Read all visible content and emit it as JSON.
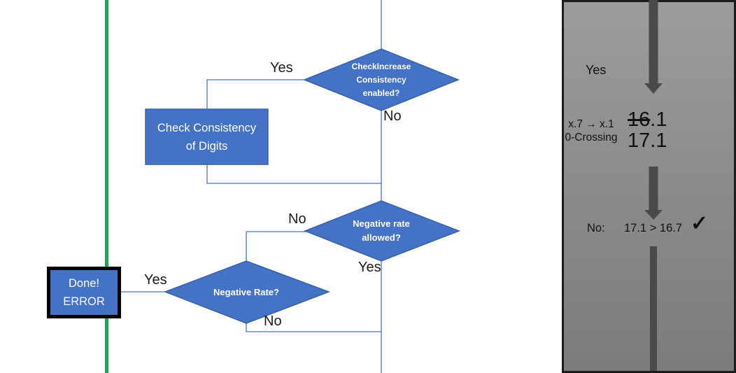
{
  "theme": {
    "shape_fill": "#4472C4",
    "shape_border": "#3A62A8",
    "connector": "#4472C4",
    "guide_green": "#1FA653",
    "done_border": "#000000",
    "panel_top": "#9C9C9C",
    "panel_bottom": "#7B7B7B",
    "panel_border": "#1C1C1C",
    "arrow_gray": "#4A4A4A"
  },
  "flowchart": {
    "nodes": {
      "check_increase": "CheckIncrease\nConsistency\nenabled?",
      "check_consistency": "Check Consistency\nof Digits",
      "negative_rate_allowed": "Negative rate\nallowed?",
      "negative_rate": "Negative Rate?",
      "done_error": "Done!\nERROR"
    },
    "edge_labels": {
      "check_increase_yes": "Yes",
      "check_increase_no": "No",
      "negative_rate_allowed_no": "No",
      "negative_rate_allowed_yes": "Yes",
      "negative_rate_yes": "Yes",
      "negative_rate_no": "No"
    }
  },
  "side_panel": {
    "yes_label": "Yes",
    "transition_note": "x.7 → x.1\n0-Crossing",
    "previous_value_struck": "16",
    "previous_value_rest": ".1",
    "current_value": "17.1",
    "result_label": "No:",
    "result_comparison": "17.1 > 16.7",
    "check_mark": "✓"
  }
}
